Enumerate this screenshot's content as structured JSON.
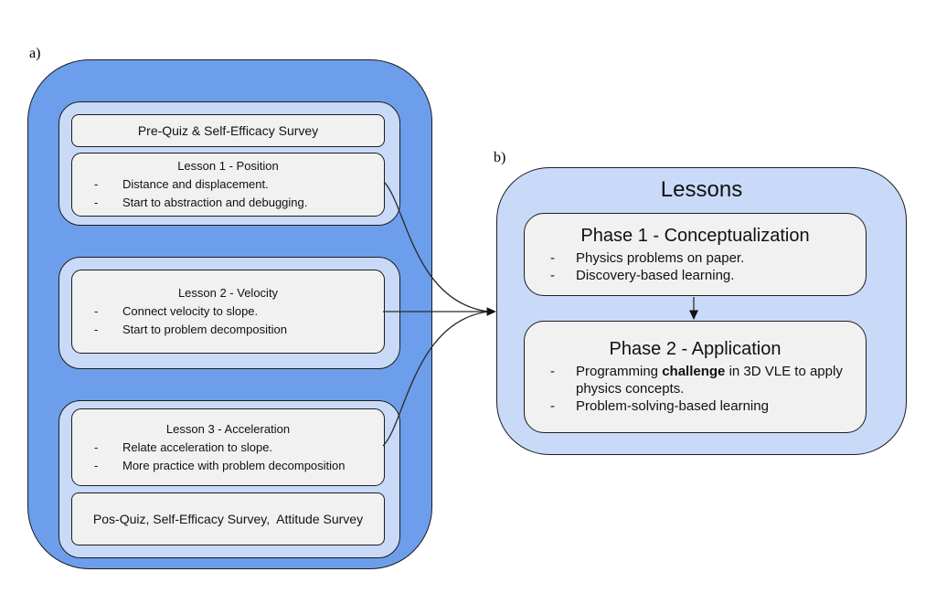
{
  "bullet_marker": "-",
  "figure_labels": {
    "a": "a)",
    "b": "b)"
  },
  "colors": {
    "panel_blue": "#6d9eeb",
    "panel_light_blue": "#c9daf8",
    "box_fill": "#f1f1f1",
    "stroke": "#1c1c1c"
  },
  "panel_a": {
    "pre_survey": "Pre-Quiz & Self-Efficacy Survey",
    "lesson1": {
      "title": "Lesson 1 - Position",
      "bullets": [
        "Distance and displacement.",
        "Start to abstraction and debugging."
      ]
    },
    "lesson2": {
      "title": "Lesson 2 - Velocity",
      "bullets": [
        "Connect velocity to slope.",
        "Start to problem decomposition"
      ]
    },
    "lesson3": {
      "title": "Lesson 3 - Acceleration",
      "bullets": [
        "Relate acceleration to slope.",
        "More practice with problem decomposition"
      ]
    },
    "post_survey": "Pos-Quiz, Self-Efficacy Survey,  Attitude Survey"
  },
  "panel_b": {
    "title": "Lessons",
    "phase1": {
      "title": "Phase 1 - Conceptualization",
      "bullets": [
        "Physics problems on paper.",
        "Discovery-based learning."
      ]
    },
    "phase2": {
      "title": "Phase 2 - Application",
      "bullet1": {
        "pre": "Programming ",
        "bold": "challenge",
        "post": " in 3D VLE to apply physics concepts."
      },
      "bullet2": "Problem-solving-based learning"
    }
  }
}
